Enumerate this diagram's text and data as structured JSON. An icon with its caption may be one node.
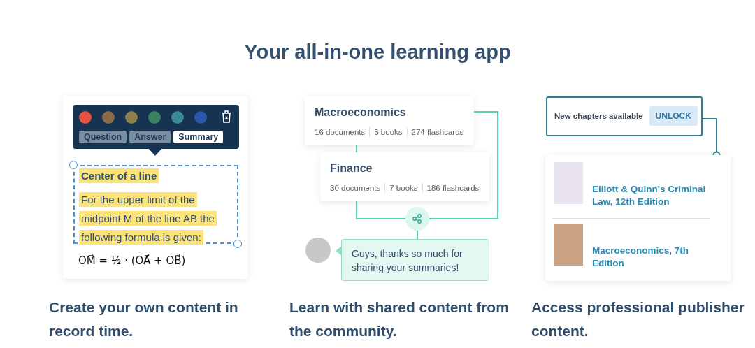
{
  "diagram": {
    "title": "Your all-in-one learning app",
    "nodes": [
      {
        "text": [
          "Macroeconomics",
          "16 documents",
          "5 books",
          "274 flashcards"
        ]
      },
      {
        "text": [
          "Finance",
          "30 documents",
          "7 books",
          "186 flashcards"
        ]
      },
      {
        "text": [],
        "shape": "circle"
      },
      {
        "text": [
          "Guys, thanks so much for sharing your summaries!"
        ]
      },
      {
        "text": [
          "New chapters available",
          "UNLOCK"
        ]
      },
      {
        "text": [],
        "shape": "box"
      },
      {
        "text": [
          "Elliott & Quinn's Criminal Law, 12th Edition"
        ],
        "in": 5
      },
      {
        "text": [
          "Macroeconomics, 7th Edition"
        ],
        "in": 5
      }
    ],
    "edges": [
      {
        "from": 0,
        "to": 1,
        "arrow": "none"
      },
      {
        "from": 1,
        "to": 2,
        "arrow": "none"
      },
      {
        "from": 0,
        "to": 2,
        "arrow": "none"
      },
      {
        "from": 2,
        "to": 3,
        "arrow": "none"
      },
      {
        "from": 4,
        "to": 5,
        "arrow": "other",
        "color": "#2c7c96"
      }
    ],
    "labels": [
      "Question",
      "Answer",
      "Summary",
      "Center of a line",
      "For the upper limit of the midpoint M of the line AB the following formula is given:",
      "OM⃗ = ½ · (OA⃗ + OB⃗)",
      "Create your own content in record time.",
      "Learn with shared content from the community.",
      "Access professional publisher content."
    ]
  }
}
